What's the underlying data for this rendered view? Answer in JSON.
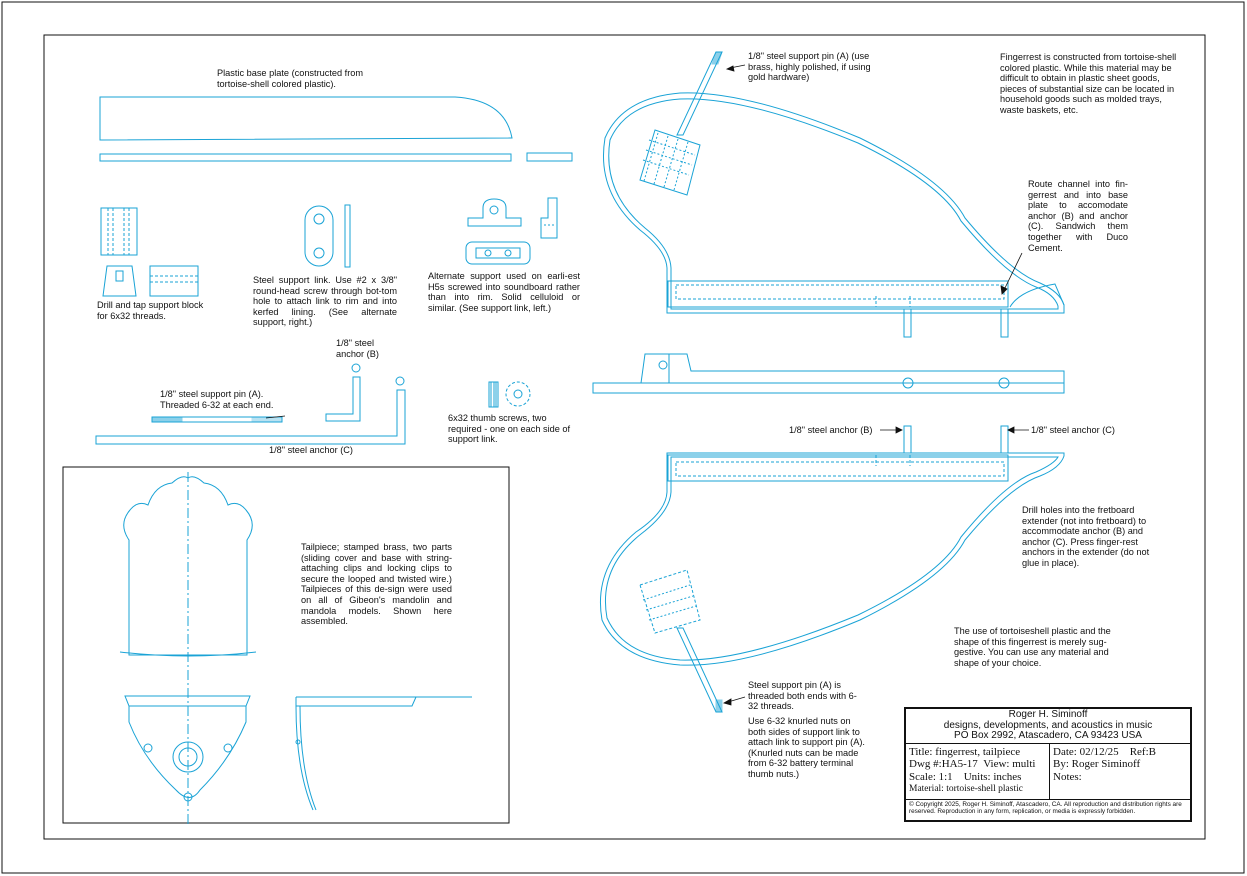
{
  "notes": {
    "base_plate": "Plastic base plate (constructed from tortoise-shell colored plastic).",
    "drill_tap": "Drill and tap support block for 6x32 threads.",
    "steel_link": "Steel support link. Use #2 x 3/8\" round-head screw through bot-tom hole to attach link to rim and into kerfed lining. (See alternate support, right.)",
    "alternate_support": "Alternate support used on earli-est H5s screwed into soundboard rather than into rim. Solid celluloid or similar. (See support link, left.)",
    "anchor_b": "1/8\" steel anchor (B)",
    "pin_a_threaded": "1/8\" steel support pin (A). Threaded 6-32 at each end.",
    "anchor_c": "1/8\" steel anchor (C)",
    "thumb_screws": "6x32 thumb screws, two required - one on each side of support link.",
    "pin_a_top": "1/8\" steel support pin (A) (use brass, highly polished, if using gold hardware)",
    "fingerrest_material": "Fingerrest is constructed from tortoise-shell colored plastic. While this material may be difficult to obtain in plastic sheet goods, pieces of substantial size can be located in household goods such as molded trays, waste baskets, etc.",
    "route_channel": "Route channel into fin-gerrest and into base plate to accomodate anchor (B) and anchor (C). Sandwich them together with Duco Cement.",
    "anchor_b_label": "1/8\" steel anchor (B)",
    "anchor_c_label": "1/8\" steel anchor (C)",
    "drill_holes": "Drill holes into the fretboard extender (not into fretboard) to accommodate anchor (B) and anchor (C). Press finger-rest anchors in the extender (do not glue in place).",
    "tortoise_suggestive": "The use of tortoiseshell plastic and the shape of this fingerrest is merely sug-gestive. You can use any material and shape of your choice.",
    "tailpiece": "Tailpiece; stamped brass, two parts (sliding cover and base with string-attaching clips and locking clips to secure the looped and twisted wire.) Tailpieces of this de-sign were used on all of Gibeon's mandolin and mandola models. Shown here assembled.",
    "pin_a_bottom_1": "Steel support pin (A) is threaded both ends with 6-32 threads.",
    "pin_a_bottom_2": "Use 6-32 knurled nuts on both sides of support link to attach link to support pin (A). (Knurled nuts can be made from 6-32 battery terminal thumb nuts.)"
  },
  "title_block": {
    "name": "Roger H. Siminoff",
    "tagline": "designs, developments, and acoustics in music",
    "address": "PO Box 2992, Atascadero, CA 93423 USA",
    "title": "Title: fingerrest, tailpiece",
    "dwg": "Dwg #:HA5-17",
    "view": "View: multi",
    "scale": "Scale: 1:1",
    "units": "Units: inches",
    "material": "Material: tortoise-shell plastic",
    "date": "Date: 02/12/25",
    "ref": "Ref:B",
    "by": "By: Roger Siminoff",
    "notes": "Notes:",
    "copyright": "© Copyright 2025, Roger H. Siminoff, Atascadero, CA. All reproduction and distribution rights are reserved. Reproduction in any form, replication, or media is expressly forbidden."
  },
  "colors": {
    "drawing_line": "#1aa3d6",
    "text": "#111111",
    "frame": "#111111"
  }
}
